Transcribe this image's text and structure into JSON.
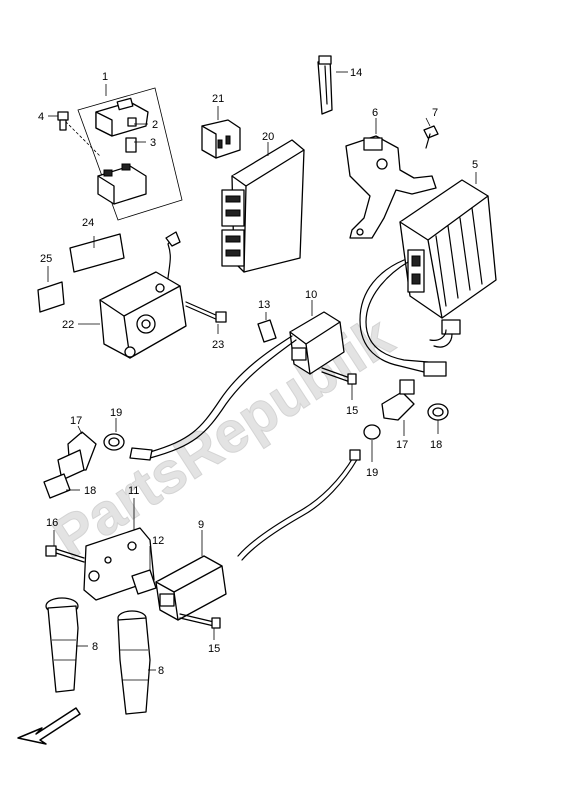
{
  "watermark": "PartsRepublik",
  "callouts": {
    "c1": "1",
    "c2": "2",
    "c3": "3",
    "c4": "4",
    "c5": "5",
    "c6": "6",
    "c7": "7",
    "c8a": "8",
    "c8b": "8",
    "c9": "9",
    "c10": "10",
    "c11": "11",
    "c12": "12",
    "c13": "13",
    "c14": "14",
    "c15a": "15",
    "c15b": "15",
    "c16": "16",
    "c17a": "17",
    "c17b": "17",
    "c18a": "18",
    "c18b": "18",
    "c19a": "19",
    "c19b": "19",
    "c20": "20",
    "c21": "21",
    "c22": "22",
    "c23": "23",
    "c24": "24",
    "c25": "25"
  },
  "icons": {
    "direction": "front-direction-arrow-icon"
  }
}
